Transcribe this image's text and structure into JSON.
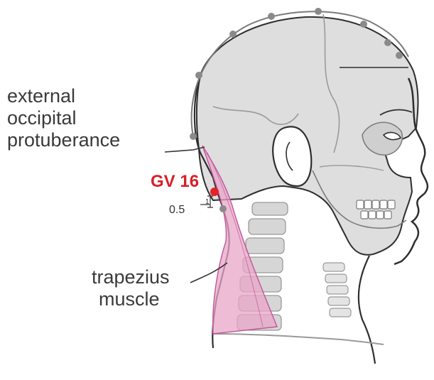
{
  "labels": {
    "external_occipital_protuberance": [
      "external",
      "occipital",
      "protuberance"
    ],
    "acupoint": "GV 16",
    "trapezius_muscle": [
      "trapezius",
      "muscle"
    ],
    "measure_half": "0.5",
    "measure_one": "1"
  },
  "colors": {
    "skull": "#d9d9d9",
    "outline": "#333333",
    "bone_line": "#9a9a9a",
    "trapezius": "#e9a0c4",
    "acupoint": "#e2232a",
    "reference_point": "#8a8a8a",
    "label_text": "#3a3a3a"
  }
}
